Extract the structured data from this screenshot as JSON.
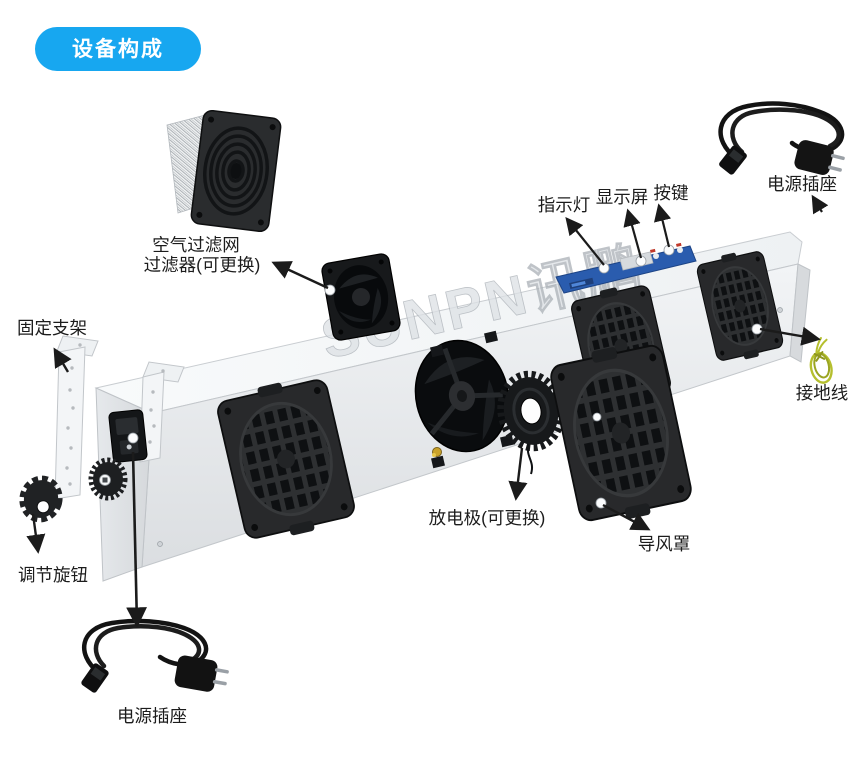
{
  "badge": {
    "label": "设备构成",
    "bg_color": "#17a7f0",
    "text_color": "#ffffff"
  },
  "watermark": {
    "text": "SUNPN讯鹏"
  },
  "device": {
    "body_color": "#eef1f3",
    "panel_color": "#2a5cae",
    "ground_wire_color": "#b5bf2e"
  },
  "callouts": {
    "air_filter": {
      "line1": "空气过滤网",
      "line2": "过滤器(可更换)"
    },
    "indicator_light": "指示灯",
    "display_screen": "显示屏",
    "buttons": "按键",
    "power_socket_top": "电源插座",
    "fixing_bracket": "固定支架",
    "ground_wire": "接地线",
    "adjust_knob": "调节旋钮",
    "discharge_electrode": "放电极(可更换)",
    "air_guide_cover": "导风罩",
    "power_socket_bottom": "电源插座"
  }
}
